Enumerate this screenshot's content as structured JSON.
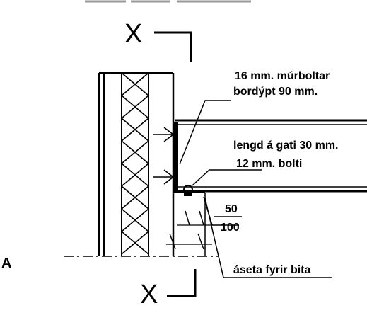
{
  "section_mark_top": "X",
  "section_mark_bottom": "X",
  "corner_label": "A",
  "annotations": {
    "bolts": "16 mm. múrboltar",
    "embed_depth": "bordýpt 90 mm.",
    "hole_length": "lengd á gati 30 mm.",
    "bolt": "12 mm. bolti",
    "dim_50": "50",
    "dim_100": "100",
    "beam_seat": "áseta fyrir bita"
  }
}
